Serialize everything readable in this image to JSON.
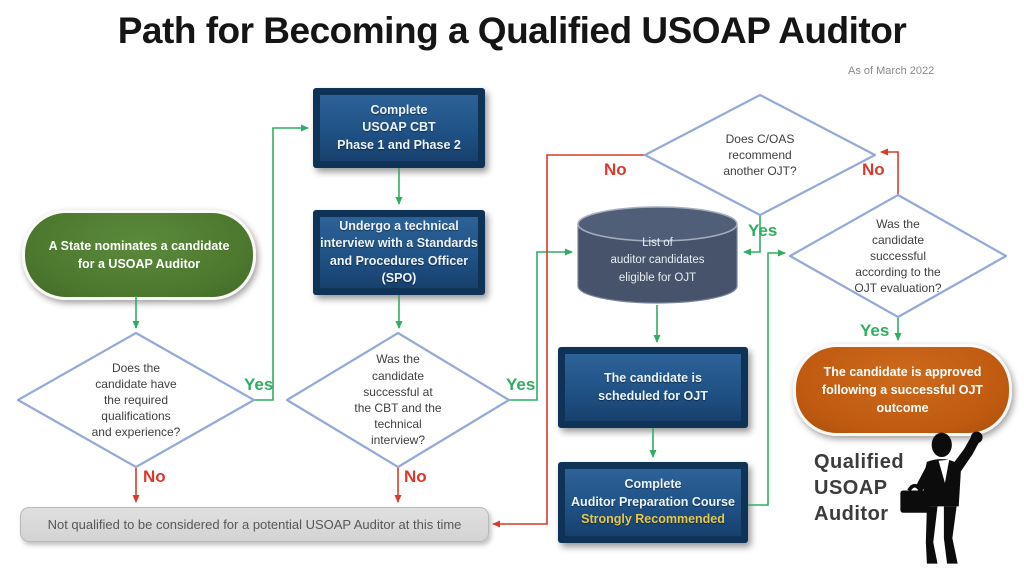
{
  "header": {
    "title": "Path for Becoming a Qualified USOAP Auditor",
    "as_of": "As of March 2022"
  },
  "nodes": {
    "start": {
      "text": "A State nominates a candidate\nfor a USOAP Auditor"
    },
    "cbt": {
      "text": "Complete\nUSOAP CBT\nPhase 1 and Phase 2"
    },
    "spo": {
      "text": "Undergo a technical\ninterview with a Standards\nand Procedures Officer\n(SPO)"
    },
    "d1": {
      "text": "Does the\ncandidate have\nthe required\nqualifications\nand experience?"
    },
    "d2": {
      "text": "Was the\ncandidate\nsuccessful at\nthe CBT and the\ntechnical\ninterview?"
    },
    "d3": {
      "text": "Does C/OAS\nrecommend\nanother OJT?"
    },
    "d4": {
      "text": "Was the\ncandidate\nsuccessful\naccording to the\nOJT evaluation?"
    },
    "cylinder": {
      "text": "List of\nauditor candidates\neligible for OJT"
    },
    "scheduled": {
      "text": "The candidate is\nscheduled for OJT"
    },
    "prep": {
      "text": "Complete\nAuditor Preparation Course",
      "note": "Strongly Recommended"
    },
    "approved": {
      "text": "The candidate is approved\nfollowing a successful OJT\noutcome"
    },
    "not_qualified": {
      "text": "Not qualified to be considered for a potential USOAP Auditor at this time"
    },
    "qualified": {
      "text": "Qualified\nUSOAP\nAuditor"
    }
  },
  "labels": {
    "yes": "Yes",
    "no": "No"
  },
  "colors": {
    "yes_green": "#2fae62",
    "no_red": "#d93a2b",
    "box_blue": "#205286",
    "diamond_border": "#93a9d9",
    "start_green": "#4c772e",
    "approved_orange": "#bf5a10",
    "cylinder_slate": "#46536a",
    "note_gold": "#e8c84d",
    "bar_gray": "#d6d6d6"
  }
}
